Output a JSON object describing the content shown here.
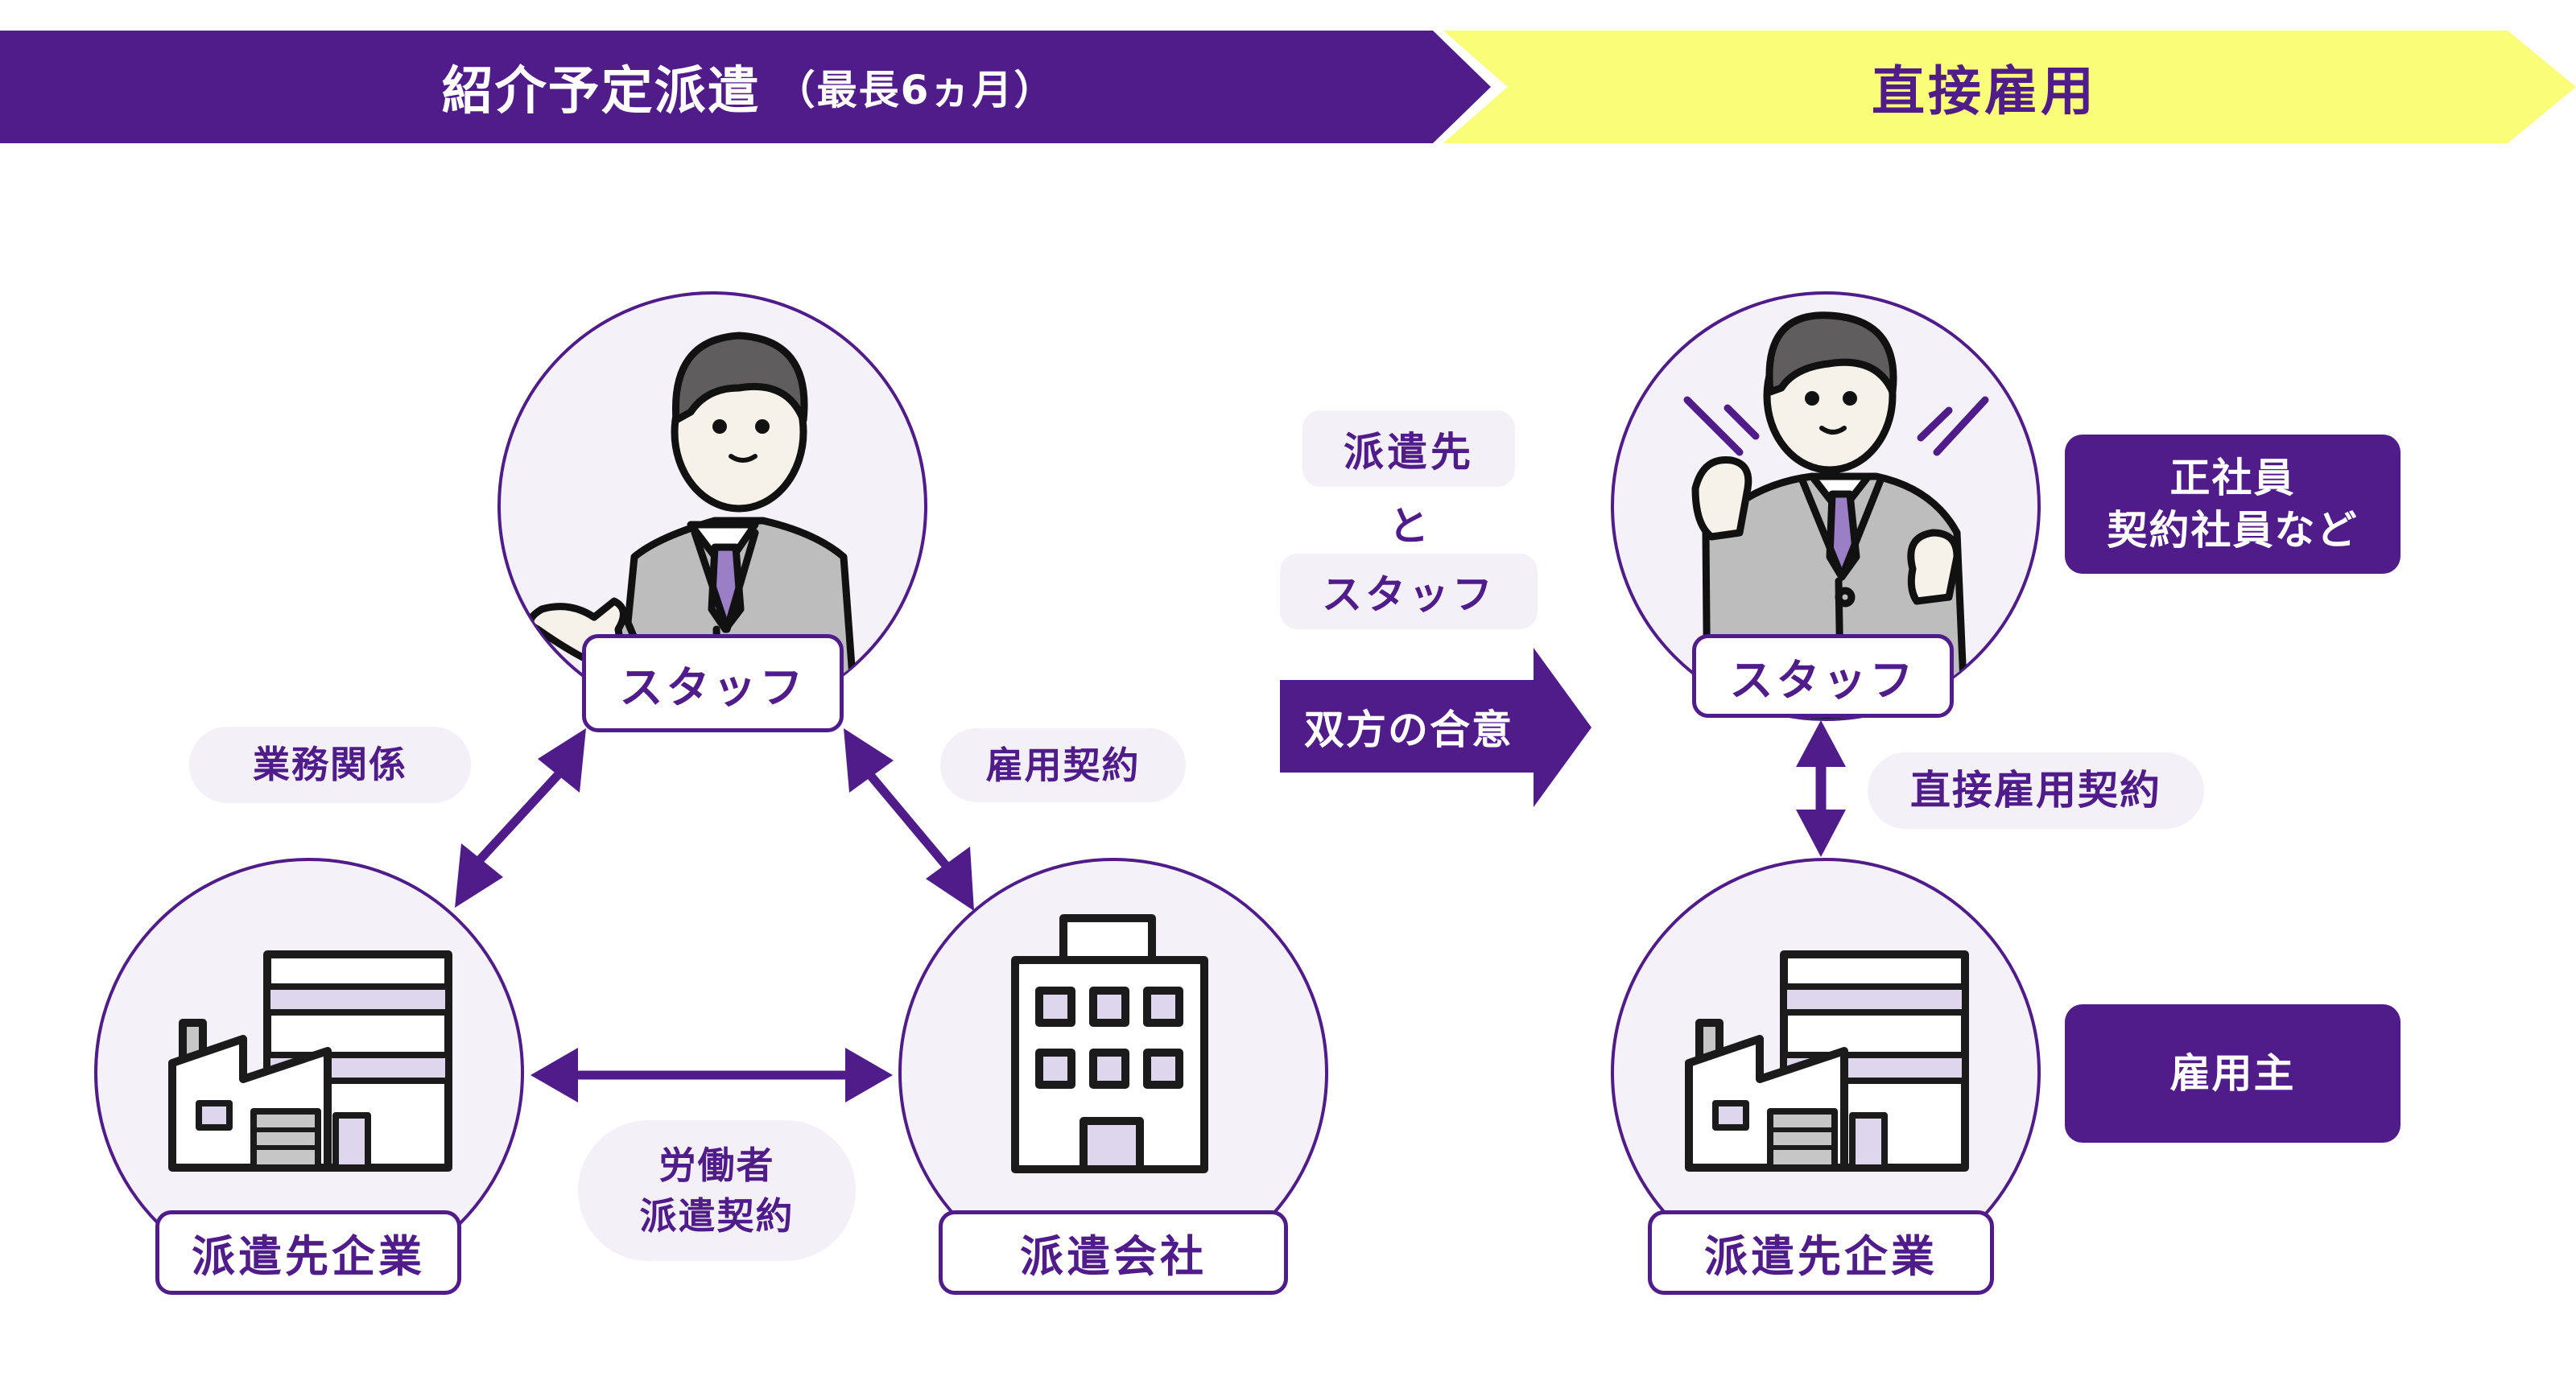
{
  "banner": {
    "left_title": "紹介予定派遣",
    "left_subtitle": "（最長6ヵ月）",
    "right_title": "直接雇用"
  },
  "colors": {
    "primary": "#4f1c8a",
    "highlight": "#fafd78",
    "circle_fill": "#f4f1f9",
    "pill_fill": "#f3f0f8",
    "window_fill": "#ddd6ec",
    "tie": "#9a7ec6",
    "suit": "#bdbdbd",
    "hair": "#5f5d5d",
    "skin": "#f6f2ea"
  },
  "left_diagram": {
    "staff_label": "スタッフ",
    "client_label": "派遣先企業",
    "agency_label": "派遣会社",
    "rel_client_staff": "業務関係",
    "rel_agency_staff": "雇用契約",
    "rel_client_agency_line1": "労働者",
    "rel_client_agency_line2": "派遣契約"
  },
  "transition": {
    "party1": "派遣先",
    "connector": "と",
    "party2": "スタッフ",
    "agreement": "双方の合意"
  },
  "right_diagram": {
    "staff_label": "スタッフ",
    "client_label": "派遣先企業",
    "contract_label": "直接雇用契約",
    "status_line1": "正社員",
    "status_line2": "契約社員など",
    "employer_label": "雇用主"
  }
}
